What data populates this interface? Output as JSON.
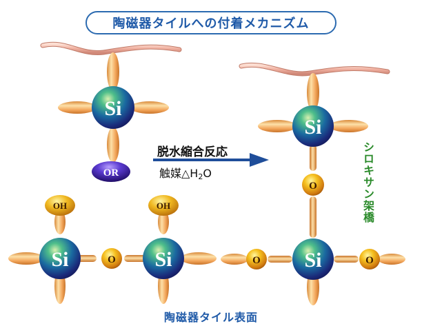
{
  "title": "陶磁器タイルへの付着メカニズム",
  "reaction": {
    "line1": "脱水縮合反応",
    "line2_prefix": "触媒△H",
    "line2_sub": "2",
    "line2_suffix": "O"
  },
  "right_label": "シロキサン架橋",
  "bottom_caption": "陶磁器タイル表面",
  "atoms": {
    "si": "Si",
    "oxygen": "O",
    "hydroxyl": "OH",
    "alkoxy": "OR"
  },
  "colors": {
    "title_blue": "#1f5aa8",
    "arrow_blue": "#1f4e9a",
    "label_green": "#2a8a2a",
    "lobe_orange": "#f2a55a",
    "chain_pink": "#f0b0a0"
  }
}
